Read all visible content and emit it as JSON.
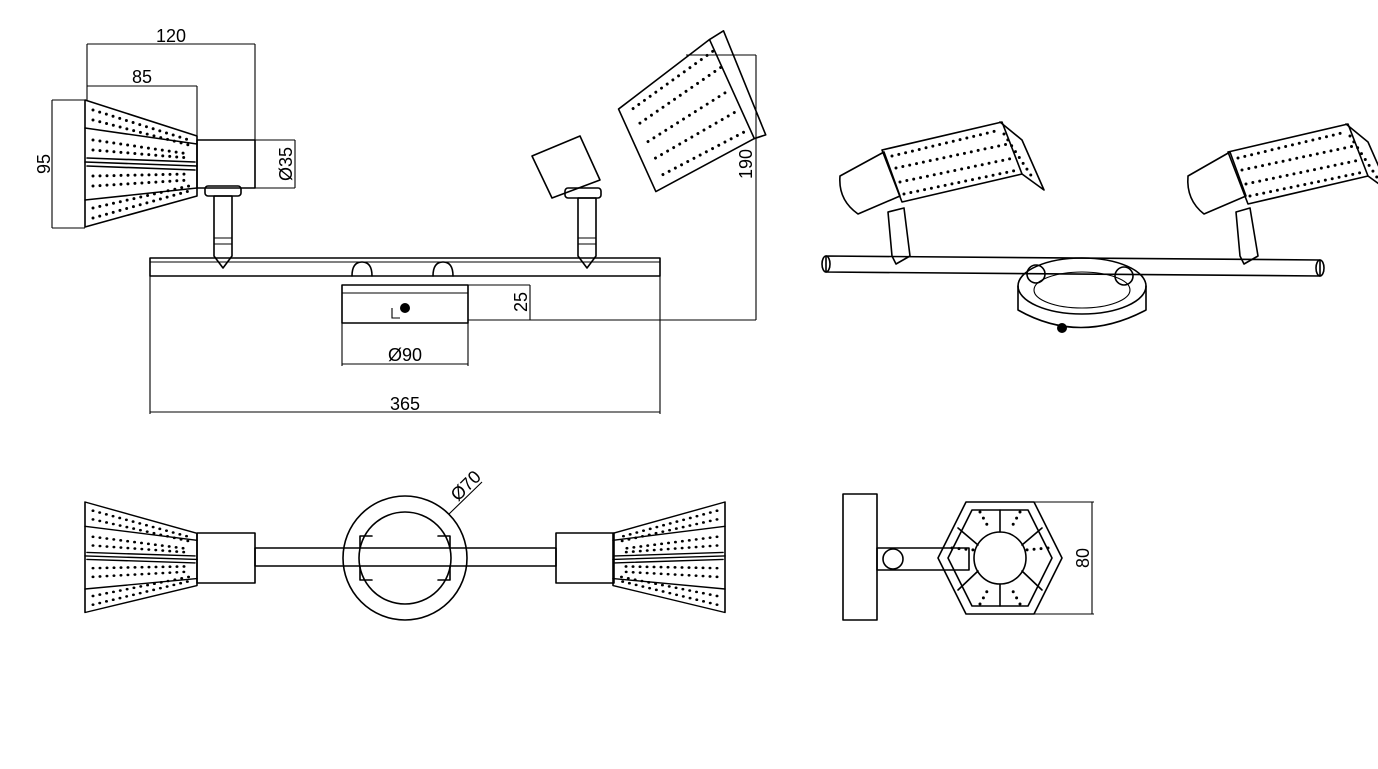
{
  "dimensions": {
    "total_depth": "120",
    "shade_length": "85",
    "shade_height": "95",
    "arm_diameter": "Ø35",
    "total_height": "190",
    "base_height": "25",
    "base_diameter": "Ø90",
    "total_width": "365",
    "canopy_diameter": "Ø70",
    "shade_width": "80"
  },
  "colors": {
    "line": "#000000",
    "background": "#ffffff"
  }
}
